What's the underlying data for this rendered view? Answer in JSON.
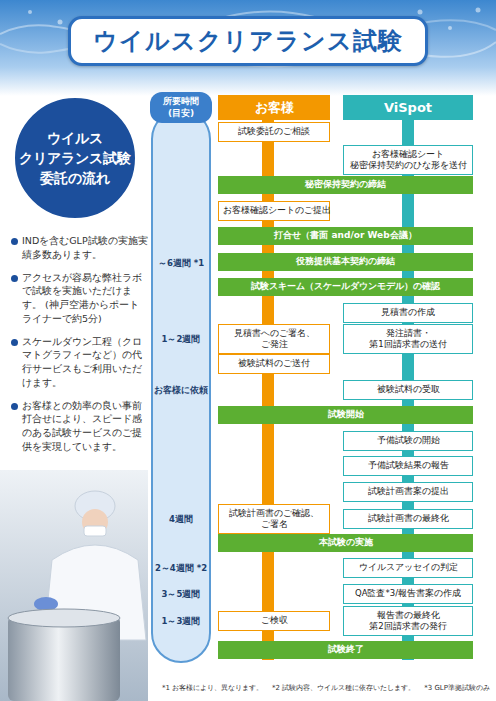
{
  "diagram": {
    "title": "ウイルスクリアランス試験",
    "nodes": [
      {
        "text": [
          "ウイルス クリアランス試験 委託の流れ"
        ]
      },
      {
        "text": [
          "所要時間 (目安)"
        ]
      },
      {
        "text": [
          "お客様"
        ]
      },
      {
        "text": [
          "ViSpot"
        ]
      },
      {
        "text": [
          "試験委託のご相談"
        ]
      },
      {
        "text": [
          "お客様確認シート 秘密保持契約のひな形を送付"
        ]
      },
      {
        "text": [
          "秘密保持契約の締結"
        ]
      },
      {
        "text": [
          "お客様確認シートのご提出"
        ]
      },
      {
        "text": [
          "打合せ（書面 and/or Web会議）"
        ]
      },
      {
        "text": [
          "役務提供基本契約の締結"
        ]
      },
      {
        "text": [
          "試験スキーム（スケールダウンモデル）の確認"
        ]
      },
      {
        "text": [
          "見積書の作成"
        ]
      },
      {
        "text": [
          "見積書へのご署名、ご発注"
        ]
      },
      {
        "text": [
          "発注請書・第1回請求書の送付"
        ]
      },
      {
        "text": [
          "被験試料のご送付"
        ]
      },
      {
        "text": [
          "被験試料の受取"
        ]
      },
      {
        "text": [
          "試験開始"
        ]
      },
      {
        "text": [
          "予備試験の開始"
        ]
      },
      {
        "text": [
          "予備試験結果の報告"
        ]
      },
      {
        "text": [
          "試験計画書案の提出"
        ]
      },
      {
        "text": [
          "試験計画書のご確認、ご署名"
        ]
      },
      {
        "text": [
          "試験計画書の最終化"
        ]
      },
      {
        "text": [
          "本試験の実施"
        ]
      },
      {
        "text": [
          "ウイルスアッセイの判定"
        ]
      },
      {
        "text": [
          "QA監査*3/報告書案の作成"
        ]
      },
      {
        "text": [
          "ご検収"
        ]
      },
      {
        "text": [
          "報告書の最終化 第2回請求書の発行"
        ]
      },
      {
        "text": [
          "試験終了"
        ]
      }
    ],
    "labels": [
      "INDを含むGLP試験の実施実績多数あります。",
      "アクセスが容易な弊社ラボで試験を実施いただけます。 (神戸空港からポートライナーで約5分)",
      "スケールダウン工程（クロマトグラフィーなど）の代行サービスもご利用いただけます。",
      "お客様との効率の良い事前打合せにより、スピード感のある試験サービスのご提供を実現しています。",
      "～6週間 *1",
      "1～2週間",
      "お客様に依頼",
      "4週間",
      "2～4週間 *2",
      "3～5週間",
      "1～3週間",
      "*1 お客様により、異なります。",
      "*2 試験内容、ウイルス種に依存いたします。",
      "*3 GLP準拠試験のみ"
    ]
  }
}
